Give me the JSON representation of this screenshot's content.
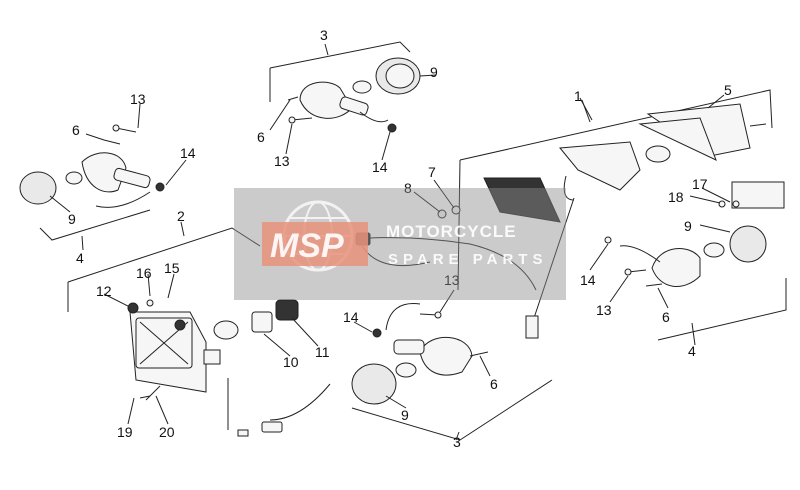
{
  "callouts": [
    "1",
    "2",
    "3",
    "3",
    "4",
    "4",
    "5",
    "6",
    "6",
    "6",
    "6",
    "7",
    "8",
    "9",
    "9",
    "9",
    "9",
    "10",
    "11",
    "12",
    "13",
    "13",
    "13",
    "13",
    "14",
    "14",
    "14",
    "14",
    "15",
    "16",
    "17",
    "18",
    "19",
    "20"
  ],
  "watermark": {
    "logo": "MSP",
    "line1": "MOTORCYCLE",
    "line2": "SPARE PARTS"
  }
}
